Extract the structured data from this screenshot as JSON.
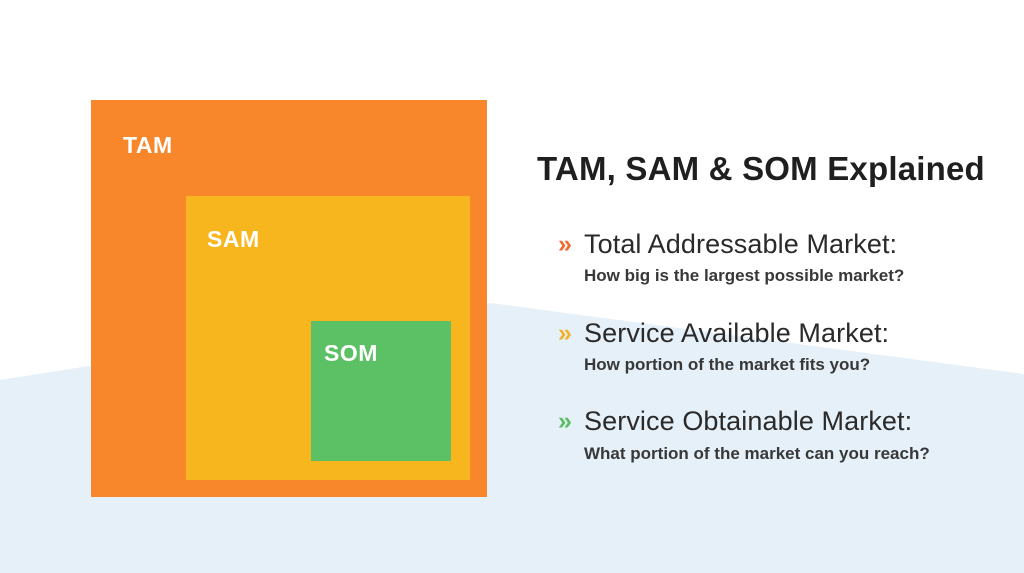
{
  "slide": {
    "title": "TAM, SAM & SOM Explained"
  },
  "diagram": {
    "squares": [
      {
        "id": "tam",
        "label": "TAM",
        "color": "#F8872B"
      },
      {
        "id": "sam",
        "label": "SAM",
        "color": "#F7B61E"
      },
      {
        "id": "som",
        "label": "SOM",
        "color": "#5CC165"
      }
    ]
  },
  "bullets": [
    {
      "marker": "»",
      "marker_color": "#F16A30",
      "heading": "Total Addressable Market:",
      "description": "How big is the largest possible market?"
    },
    {
      "marker": "»",
      "marker_color": "#F0B125",
      "heading": "Service Available Market:",
      "description": "How portion of the market fits you?"
    },
    {
      "marker": "»",
      "marker_color": "#5BBE63",
      "heading": "Service Obtainable Market:",
      "description": "What portion of the market can you reach?"
    }
  ],
  "colors": {
    "wave": "#E5F0F9",
    "background": "#FFFFFF",
    "title_text": "#1F1F1F"
  }
}
